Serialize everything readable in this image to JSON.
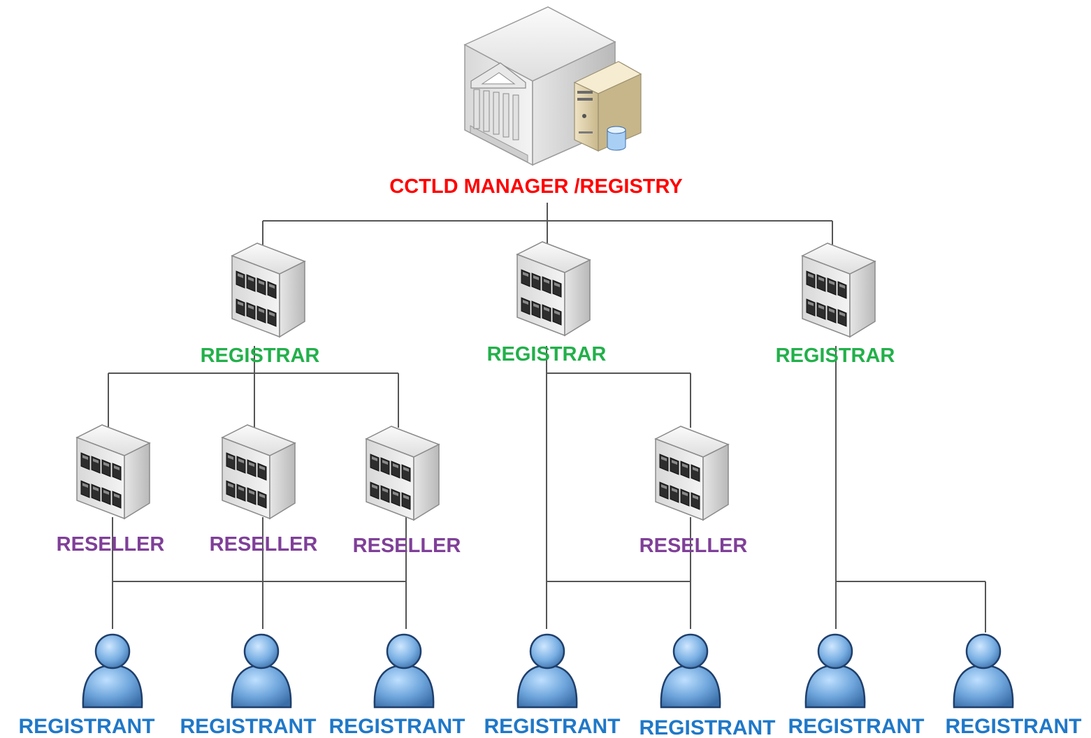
{
  "registry": {
    "label": "CCTLD MANAGER /REGISTRY"
  },
  "registrars": [
    {
      "label": "REGISTRAR"
    },
    {
      "label": "REGISTRAR"
    },
    {
      "label": "REGISTRAR"
    }
  ],
  "resellers": [
    {
      "label": "RESELLER"
    },
    {
      "label": "RESELLER"
    },
    {
      "label": "RESELLER"
    },
    {
      "label": "RESELLER"
    }
  ],
  "registrants": [
    {
      "label": "REGISTRANT"
    },
    {
      "label": "REGISTRANT"
    },
    {
      "label": "REGISTRANT"
    },
    {
      "label": "REGISTRANT"
    },
    {
      "label": "REGISTRANT"
    },
    {
      "label": "REGISTRANT"
    },
    {
      "label": "REGISTRANT"
    }
  ],
  "colors": {
    "registry": "#ff0000",
    "registrar": "#22b04a",
    "reseller": "#7f3f98",
    "registrant": "#1f78c8",
    "connector": "#555555"
  },
  "icons": {
    "registry": "registry-server-icon",
    "registrar": "building-server-icon",
    "reseller": "building-server-icon",
    "registrant": "user-icon"
  }
}
